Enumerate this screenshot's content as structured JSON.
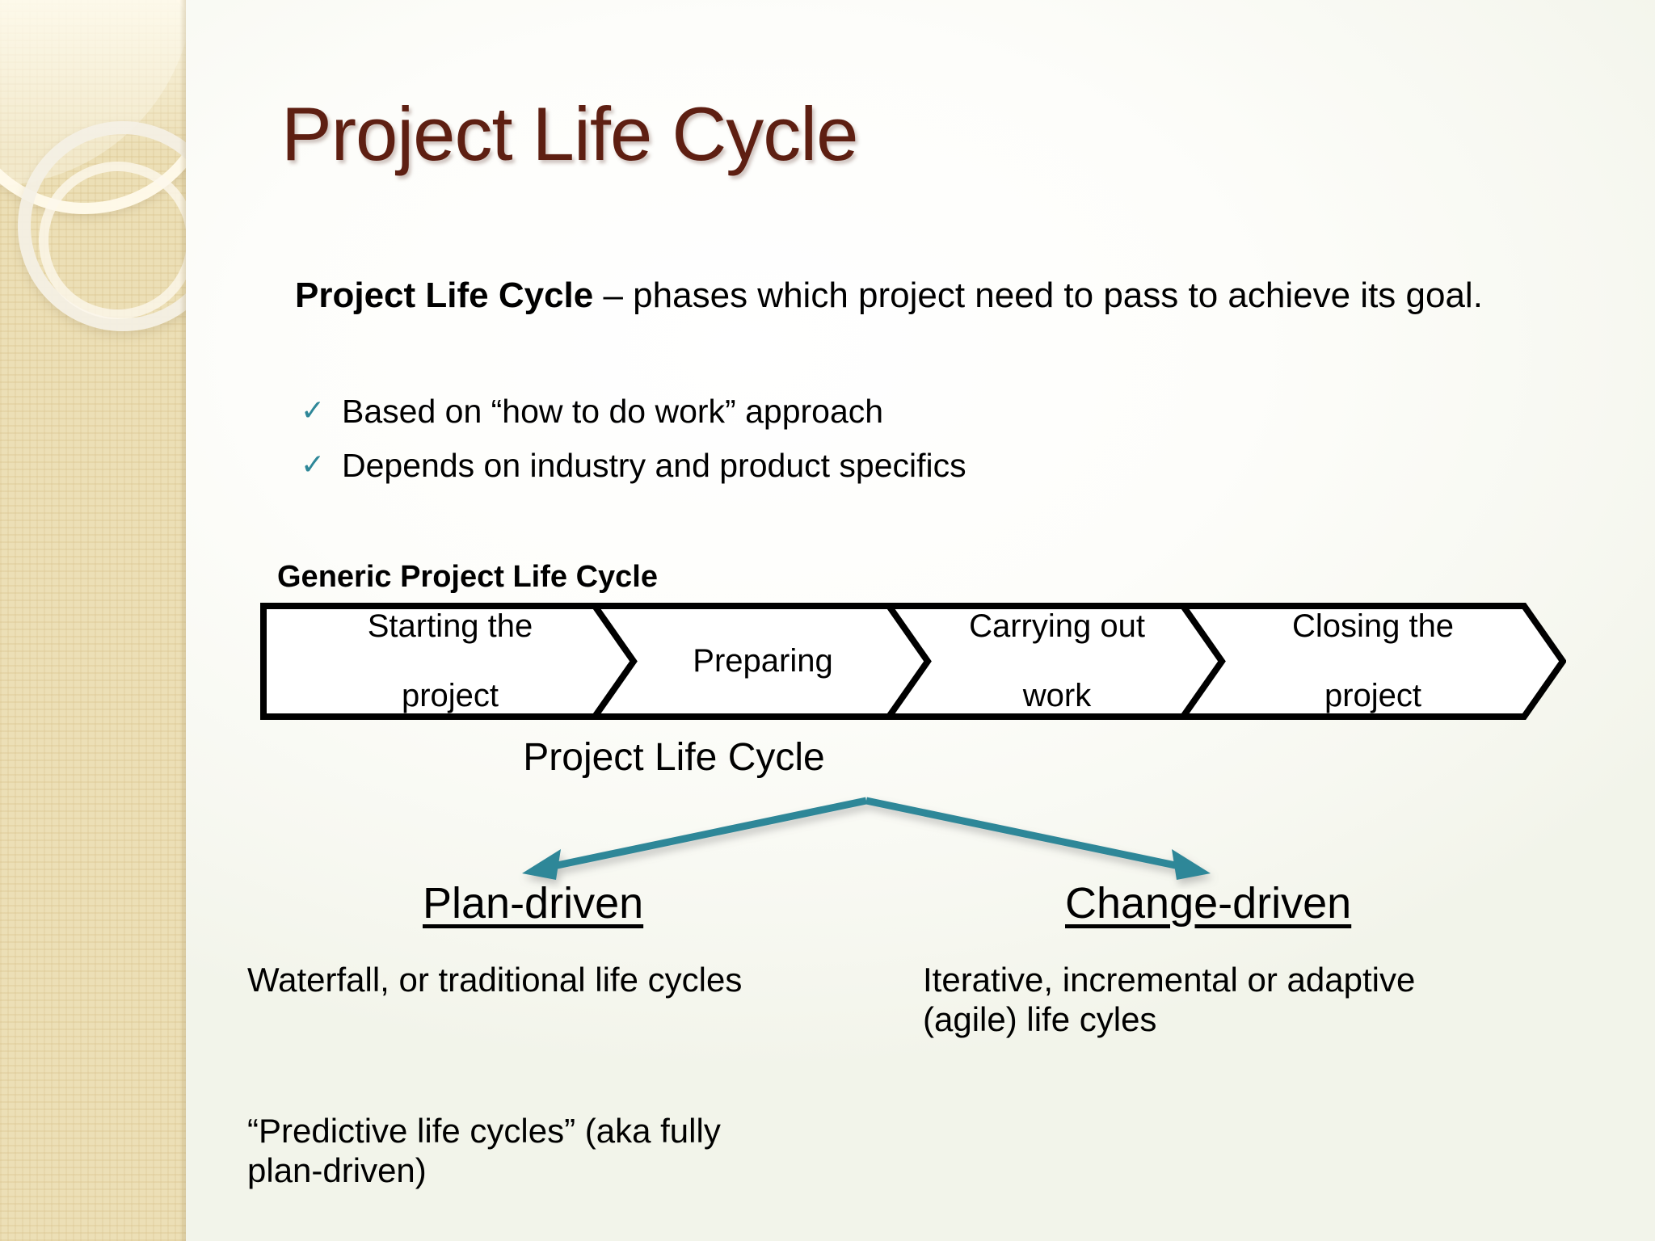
{
  "slide": {
    "title": "Project Life Cycle",
    "title_color": "#5e1f12",
    "accent_color": "#2e8798",
    "sidebar_color": "#ecdfb6"
  },
  "lead": {
    "bold_part": "Project Life Cycle",
    "rest": " – phases which project need to pass to achieve its goal."
  },
  "checklist": {
    "icon": "check-icon",
    "icon_glyph": "✓",
    "items": [
      {
        "text": "Based on “how to do work” approach"
      },
      {
        "text": "Depends on industry and product specifics"
      }
    ]
  },
  "diagram": {
    "heading": "Generic Project Life Cycle",
    "phases": [
      {
        "line1": "Starting the",
        "line2": "project"
      },
      {
        "line1": "Preparing",
        "line2": ""
      },
      {
        "line1": "Carrying out",
        "line2": "work"
      },
      {
        "line1": "Closing the",
        "line2": "project"
      }
    ],
    "caption": "Project Life Cycle"
  },
  "branches": {
    "left": {
      "label": "Plan-driven"
    },
    "right": {
      "label": "Change-driven"
    },
    "left_arrow_icon": "arrow-left-icon",
    "right_arrow_icon": "arrow-right-icon"
  },
  "columns": {
    "left_primary": "Waterfall, or traditional life cycles",
    "right_primary": "Iterative, incremental or adaptive (agile) life cyles",
    "left_secondary": "“Predictive life cycles” (aka fully plan-driven)"
  }
}
